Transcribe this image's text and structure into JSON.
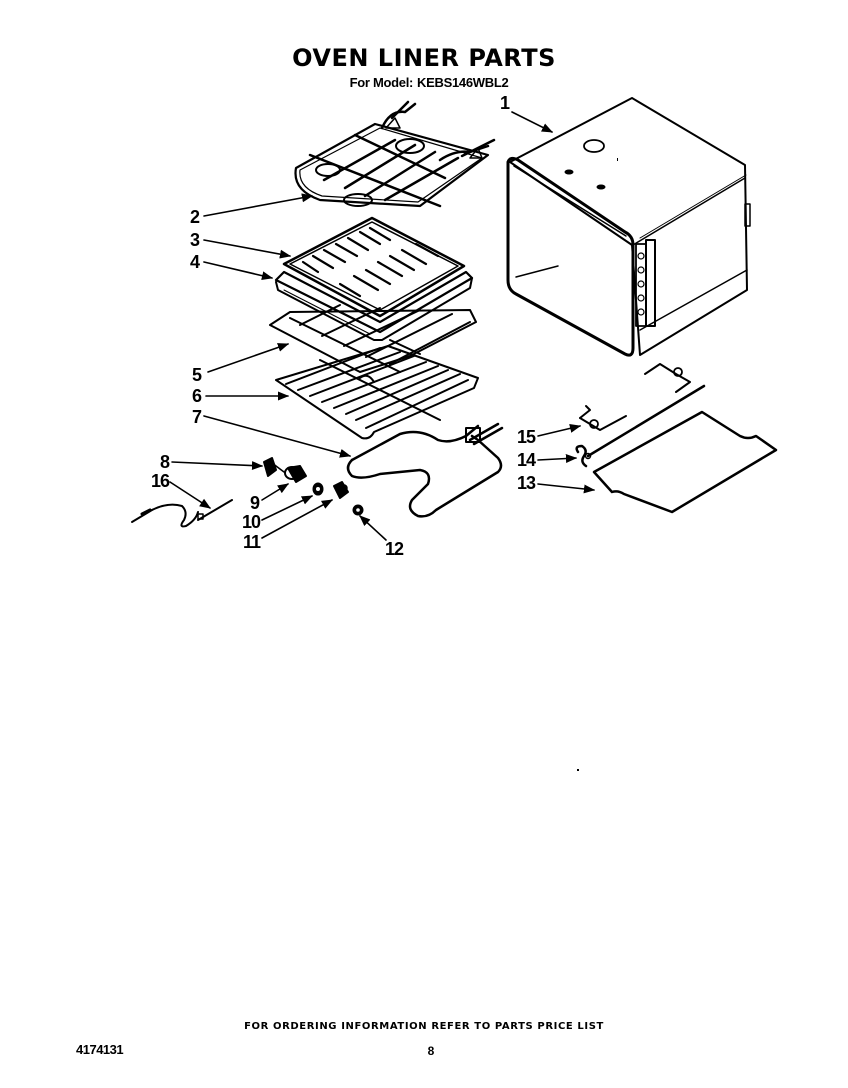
{
  "header": {
    "title": "OVEN LINER PARTS",
    "model_label": "For Model:",
    "model_number": "KEBS146WBL2"
  },
  "parts": [
    {
      "number": "1",
      "description": "oven-liner-cavity"
    },
    {
      "number": "2",
      "description": "broil-element"
    },
    {
      "number": "3",
      "description": "broiler-pan-grid"
    },
    {
      "number": "4",
      "description": "broiler-pan"
    },
    {
      "number": "5",
      "description": "oven-rack-upper"
    },
    {
      "number": "6",
      "description": "oven-rack-lower"
    },
    {
      "number": "7",
      "description": "bake-element"
    },
    {
      "number": "8",
      "description": "clip"
    },
    {
      "number": "9",
      "description": "bushing"
    },
    {
      "number": "10",
      "description": "washer"
    },
    {
      "number": "11",
      "description": "bracket"
    },
    {
      "number": "12",
      "description": "nut"
    },
    {
      "number": "13",
      "description": "gasket"
    },
    {
      "number": "14",
      "description": "light-socket-wire"
    },
    {
      "number": "15",
      "description": "bracket-clip"
    },
    {
      "number": "16",
      "description": "sensor-probe"
    }
  ],
  "callouts": {
    "c1": "1",
    "c2": "2",
    "c3": "3",
    "c4": "4",
    "c5": "5",
    "c6": "6",
    "c7": "7",
    "c8": "8",
    "c9": "9",
    "c10": "10",
    "c11": "11",
    "c12": "12",
    "c13": "13",
    "c14": "14",
    "c15": "15",
    "c16": "16"
  },
  "footer": {
    "ordering_note": "FOR ORDERING INFORMATION REFER TO PARTS PRICE LIST",
    "document_number": "4174131",
    "page_number": "8"
  }
}
